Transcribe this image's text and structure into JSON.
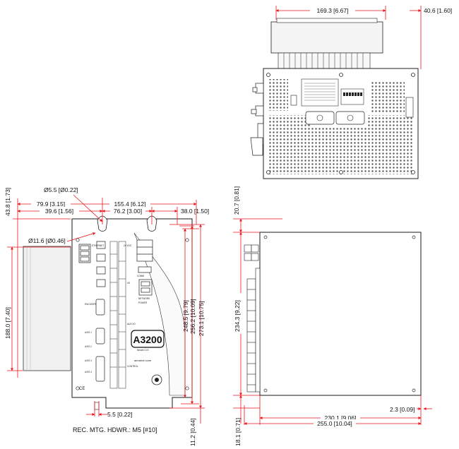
{
  "diagram": {
    "top_view": {
      "dims": {
        "width": "169.3 [6.67]",
        "depth": "40.6 [1.60]"
      }
    },
    "front_view": {
      "dims": {
        "hole_dia": "Ø5.5 [Ø0.22]",
        "mount_dia": "Ø11.6 [Ø0.46]",
        "overall_width": "155.4 [6.12]",
        "left_width": "79.9 [3.15]",
        "hole_offset": "39.6 [1.56]",
        "hole_spacing": "76.2 [3.00]",
        "right_offset": "38.0 [1.50]",
        "top_offset": "43.8 [1.73]",
        "left_height": "188.0 [7.40]",
        "h1": "248.5 [9.79]",
        "h2": "256.2 [10.09]",
        "h3": "273.1 [10.75]",
        "slot_width": "5.5 [0.22]",
        "bottom_offset": "11.2 [0.44]"
      },
      "logo": {
        "main": "A3200",
        "sub": "Nmark CLS",
        "url": "aerotech.com"
      },
      "panel_labels": [
        "ETHERNET",
        "24 VDC",
        "I/O",
        "ENCODER",
        "COMM",
        "AXIS 1",
        "AXIS 2",
        "AXIS 3",
        "AXIS 4",
        "NETWORK",
        "POWER",
        "AUX I/O",
        "CONTROL"
      ]
    },
    "side_view": {
      "dims": {
        "top": "20.7 [0.81]",
        "height": "234.3 [9.22]",
        "bottom": "18.1 [0.71]",
        "depth1": "230.1 [9.06]",
        "depth2": "255.0 [10.04]",
        "edge": "2.3 [0.09]"
      }
    },
    "note": "REC. MTG. HDWR.: M5 [#10]",
    "colors": {
      "dimension": "#e8141c",
      "outline": "#1a1a1a",
      "heatsink": "#f0f0f0"
    }
  }
}
